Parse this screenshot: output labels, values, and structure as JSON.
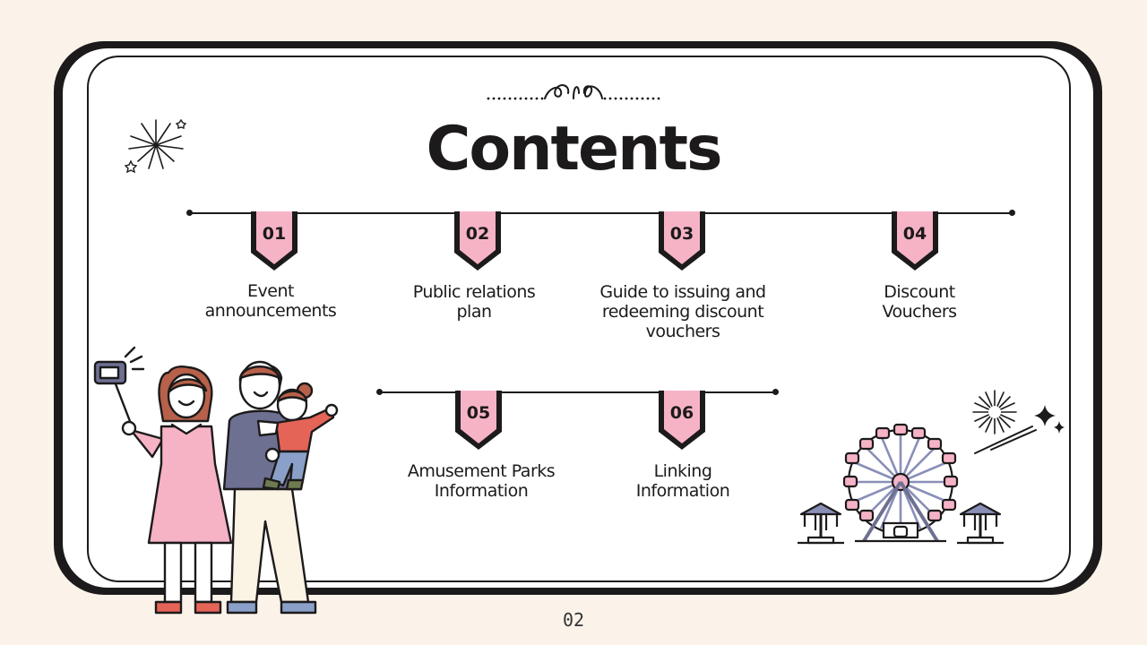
{
  "slide": {
    "title": "Contents",
    "page_number": "02"
  },
  "items": [
    {
      "number": "01",
      "label_lines": [
        "Event",
        "announcements"
      ]
    },
    {
      "number": "02",
      "label_lines": [
        "Public relations",
        "plan"
      ]
    },
    {
      "number": "03",
      "label_lines": [
        "Guide to issuing and",
        "redeeming discount",
        "vouchers"
      ]
    },
    {
      "number": "04",
      "label_lines": [
        "Discount",
        "Vouchers"
      ]
    },
    {
      "number": "05",
      "label_lines": [
        "Amusement Parks",
        "Information"
      ]
    },
    {
      "number": "06",
      "label_lines": [
        "Linking",
        "Information"
      ]
    }
  ],
  "colors": {
    "accent_pink": "#f6b3c6",
    "ink": "#1c1a1b",
    "background": "#fbf3ea"
  },
  "decorations": {
    "icons": [
      "fireworks-icon",
      "ornament-divider-icon",
      "family-selfie-illustration",
      "ferris-wheel-illustration",
      "sparkle-icon",
      "firework-burst-icon"
    ]
  }
}
